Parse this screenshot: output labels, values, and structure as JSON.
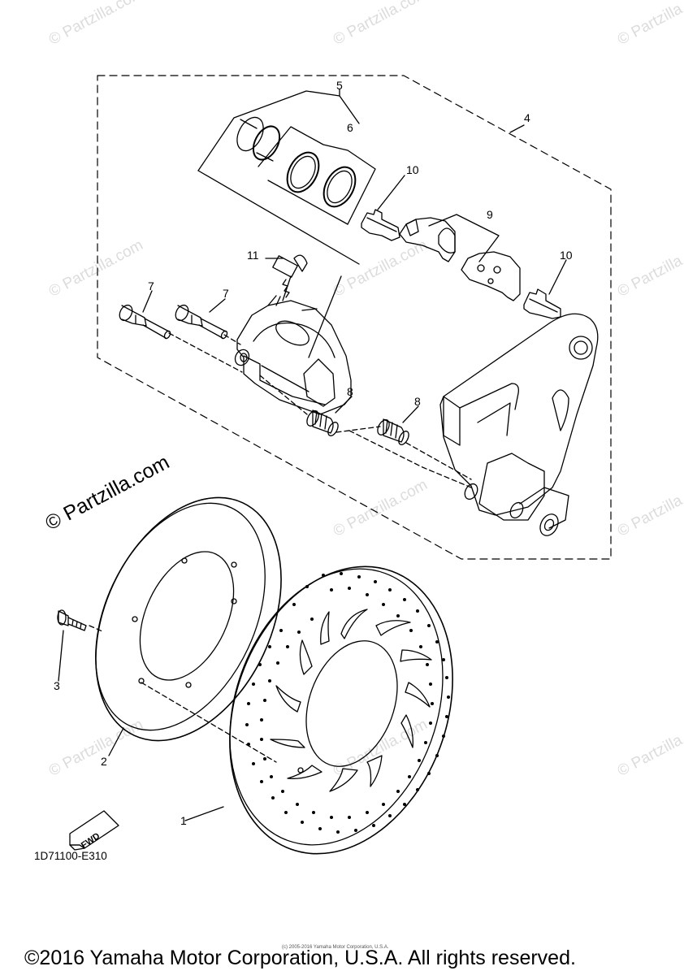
{
  "watermark": "© Partzilla.com",
  "callouts": {
    "disc": "1",
    "disc_plate": "2",
    "bolt": "3",
    "caliper_assembly": "4",
    "piston": "5",
    "seal_kit": "6",
    "pin_left": "7",
    "pin_right": "7",
    "boot_left": "8",
    "boot_right": "8",
    "pad_kit": "9",
    "clip_left": "10",
    "clip_right": "10",
    "bleed_screw": "11"
  },
  "fwd_label": "FWD",
  "diagram_code": "1D71100-E310",
  "fine_print": "(c) 2005-2016 Yamaha Motor Corporation, U.S.A.",
  "copyright": "©2016 Yamaha Motor Corporation, U.S.A. All rights reserved."
}
